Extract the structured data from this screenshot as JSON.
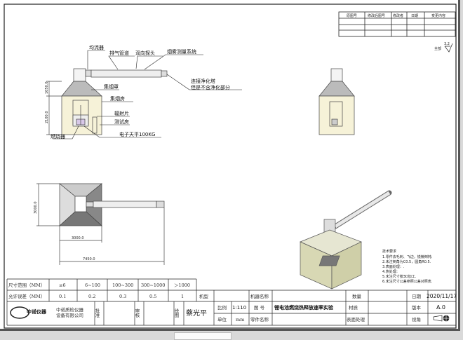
{
  "revision_table": {
    "headers": [
      "原图号",
      "修改后图号",
      "修改者",
      "日期",
      "变更内容"
    ]
  },
  "surface_finish": {
    "label": "全部",
    "value": "3.2"
  },
  "callouts": {
    "flow_equalizer": "均流器",
    "exhaust_duct": "排气管道",
    "bidirectional_probe": "双向探头",
    "smoke_system": "烟雾测量系统",
    "connect_line1": "连接净化塔",
    "connect_line2": "但是不含净化部分",
    "hood": "集烟罩",
    "smoke_room": "集烟房",
    "radiator": "辐射片",
    "test_room": "测试房",
    "burner": "燃烧器",
    "balance": "电子天平100KG"
  },
  "dimensions": {
    "hood_height": "1050.0",
    "room_height": "2100.0",
    "plan_depth": "3000.0",
    "plan_width": "3000.0",
    "overall_length": "7450.0"
  },
  "tech_requirements": {
    "title": "技术要求",
    "items": [
      "1.零件去毛刺、飞边，锐棱倒钝.",
      "2.未注倒角为C0.5，圆角R0.5.",
      "3.表面处理：.",
      "4.热处理：",
      "5.未注尺寸按3D加工.",
      "6.未注尺寸公差参照公差对照表."
    ]
  },
  "title_block": {
    "size_range_label": "尺寸范围（MM）",
    "size_ranges": [
      "≤6",
      "6~100",
      "100~300",
      "300~1000",
      "＞1000"
    ],
    "tolerance_label": "允许误差（MM）",
    "tolerances": [
      "0.1",
      "0.2",
      "0.3",
      "0.5",
      "1"
    ],
    "model_label": "机型",
    "company": [
      "中诺质检仪器",
      "设备有限公司"
    ],
    "logo_text": "中诺仪器",
    "approve_label": "批准",
    "review_label": "审核",
    "drawn_label": "绘图",
    "drawn_by": "蔡光平",
    "scale_label": "比例",
    "scale": "1:110",
    "unit_label": "单位",
    "unit": "mm",
    "machine_name_label": "机器名称",
    "drawing_no_label": "图 号",
    "drawing_title": "锂电池燃烧热释放速率实验",
    "part_name_label": "零件名称",
    "quantity_label": "数量",
    "material_label": "材质",
    "surface_label": "表面处理",
    "date_label": "日期",
    "date": "2020/11/17",
    "version_label": "版本",
    "version": "A.0",
    "view_label": "视角"
  }
}
